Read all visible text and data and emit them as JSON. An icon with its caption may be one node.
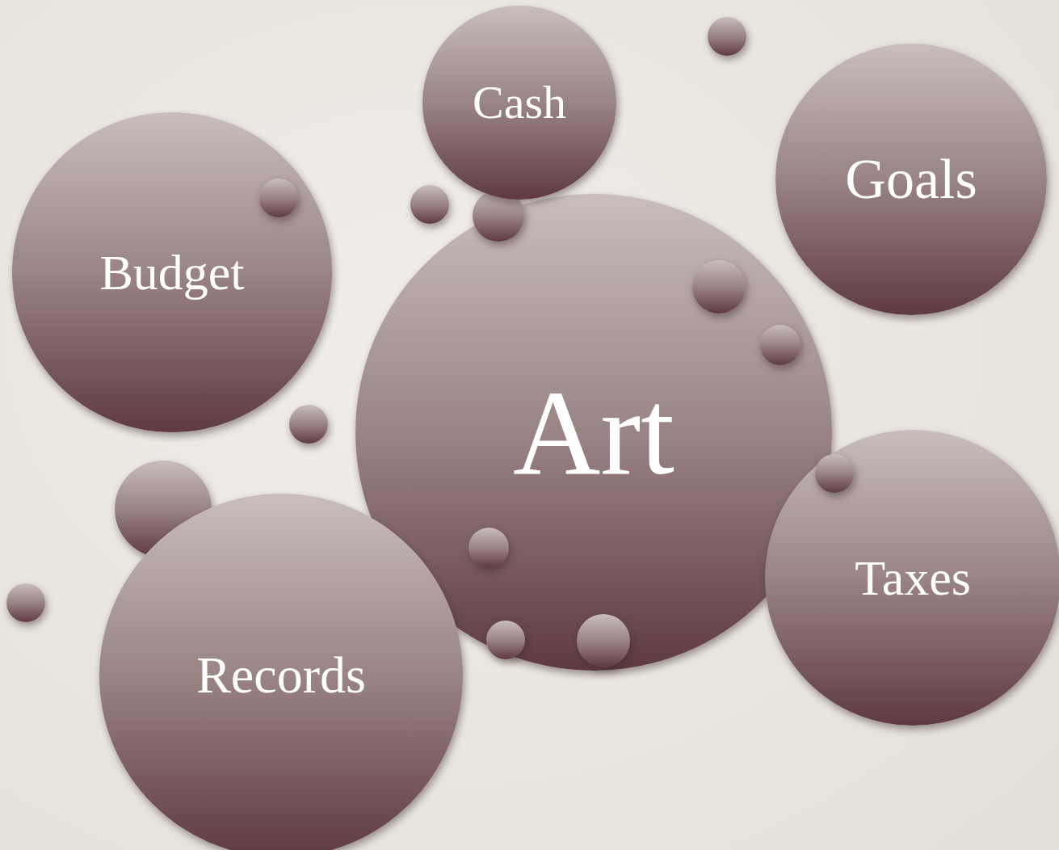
{
  "diagram": {
    "nodes": [
      {
        "text": [],
        "shape": "circle"
      },
      {
        "text": [
          "Cash"
        ]
      },
      {
        "text": [
          "Goals"
        ]
      },
      {
        "text": [],
        "shape": "circle"
      },
      {
        "text": [
          "Budget"
        ]
      },
      {
        "text": [],
        "shape": "circle",
        "in": 4
      },
      {
        "text": [],
        "shape": "circle"
      },
      {
        "text": [
          "Art"
        ]
      },
      {
        "text": [],
        "shape": "circle",
        "in": 7
      },
      {
        "text": [],
        "shape": "circle",
        "in": 7
      },
      {
        "text": [],
        "shape": "circle",
        "in": 7
      },
      {
        "text": [],
        "shape": "circle",
        "in": 7
      },
      {
        "text": [],
        "shape": "circle",
        "in": 7
      },
      {
        "text": [],
        "shape": "circle",
        "in": 7
      },
      {
        "text": [],
        "shape": "circle"
      },
      {
        "text": [
          "Taxes"
        ]
      },
      {
        "text": [],
        "shape": "circle",
        "in": 15
      },
      {
        "text": [],
        "shape": "circle"
      },
      {
        "text": [
          "Records"
        ]
      }
    ],
    "edges": []
  }
}
